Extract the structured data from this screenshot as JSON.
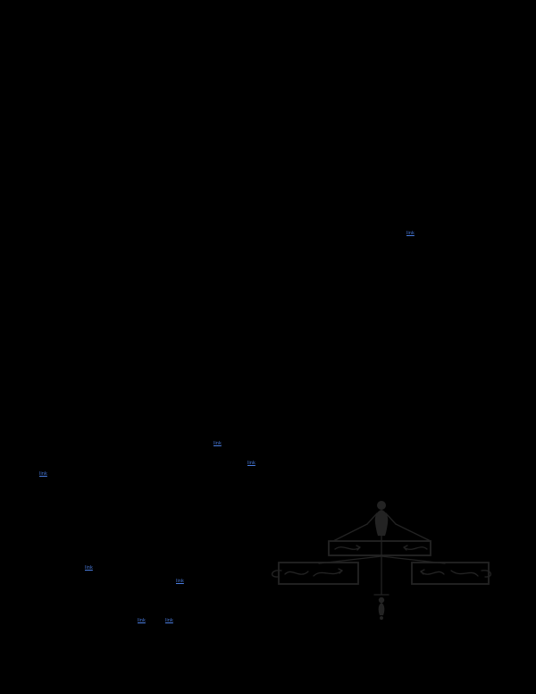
{
  "colors": {
    "page-bg": "#000000",
    "link": "#4a7de0",
    "ink": "#232323"
  },
  "links": [
    {
      "text": "link"
    },
    {
      "text": "link"
    },
    {
      "text": "link"
    },
    {
      "text": "link"
    },
    {
      "text": "link"
    },
    {
      "text": "link"
    },
    {
      "text": "link"
    },
    {
      "text": "link"
    }
  ],
  "figure": {
    "name": "mobile-figure-illustration"
  }
}
